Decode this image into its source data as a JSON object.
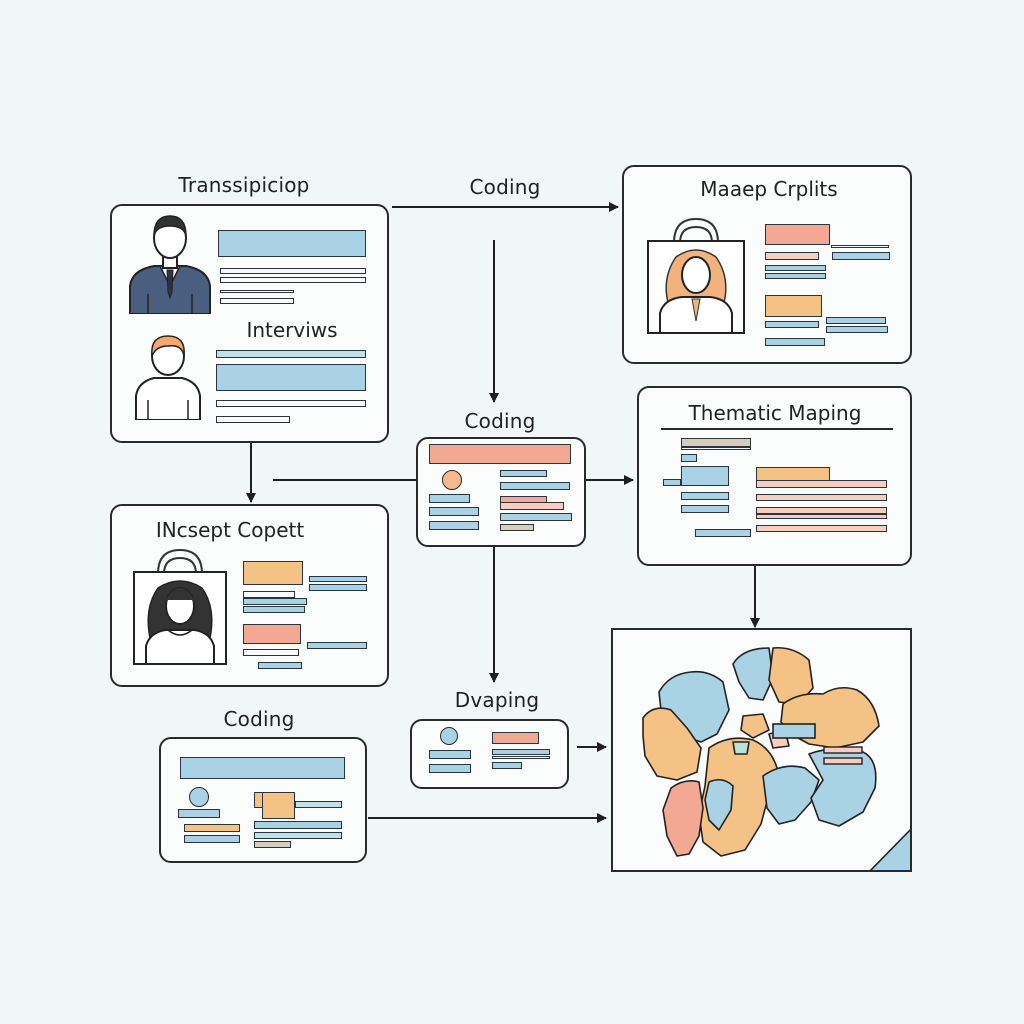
{
  "diagram": {
    "labels": {
      "transcription": "Transsipiciop",
      "coding_top": "Coding",
      "coding_middle": "Coding",
      "coding_bottom": "Coding",
      "dvaping": "Dvaping"
    },
    "panels": {
      "interviews": {
        "subtitle": "Interviws"
      },
      "maaep": {
        "title": "Maaep Crplits"
      },
      "thematic": {
        "title": "Thematic Maping"
      },
      "incsept": {
        "title": "INcsept Copett"
      },
      "map": {
        "title": ""
      }
    },
    "colors": {
      "background": "#f1f6f7",
      "blue": "#a9d2e4",
      "salmon": "#f3a893",
      "orange": "#f5c285",
      "stroke": "#2a2a2a",
      "suit": "#4a5f80"
    },
    "icons": [
      "man-in-suit-icon",
      "person-icon",
      "woman-id-card-icon",
      "woman-portrait-icon",
      "world-map-icon"
    ]
  }
}
